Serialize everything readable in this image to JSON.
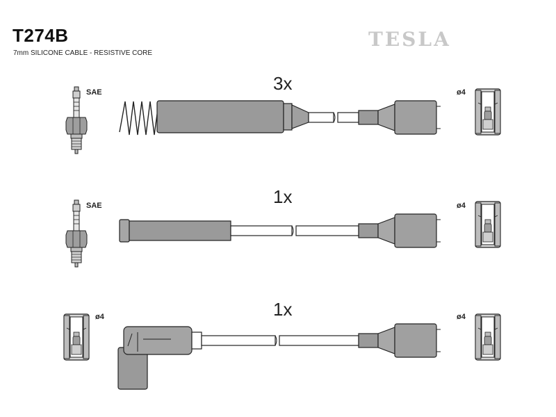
{
  "header": {
    "part_number": "T274B",
    "description": "7mm SILICONE CABLE - RESISTIVE CORE",
    "brand": "TESLA"
  },
  "rows": [
    {
      "quantity": "3x",
      "plug_label": "SAE",
      "terminal_label": "ø4"
    },
    {
      "quantity": "1x",
      "plug_label": "SAE",
      "terminal_label": "ø4"
    },
    {
      "quantity": "1x",
      "left_terminal_label": "ø4",
      "terminal_label": "ø4"
    }
  ]
}
